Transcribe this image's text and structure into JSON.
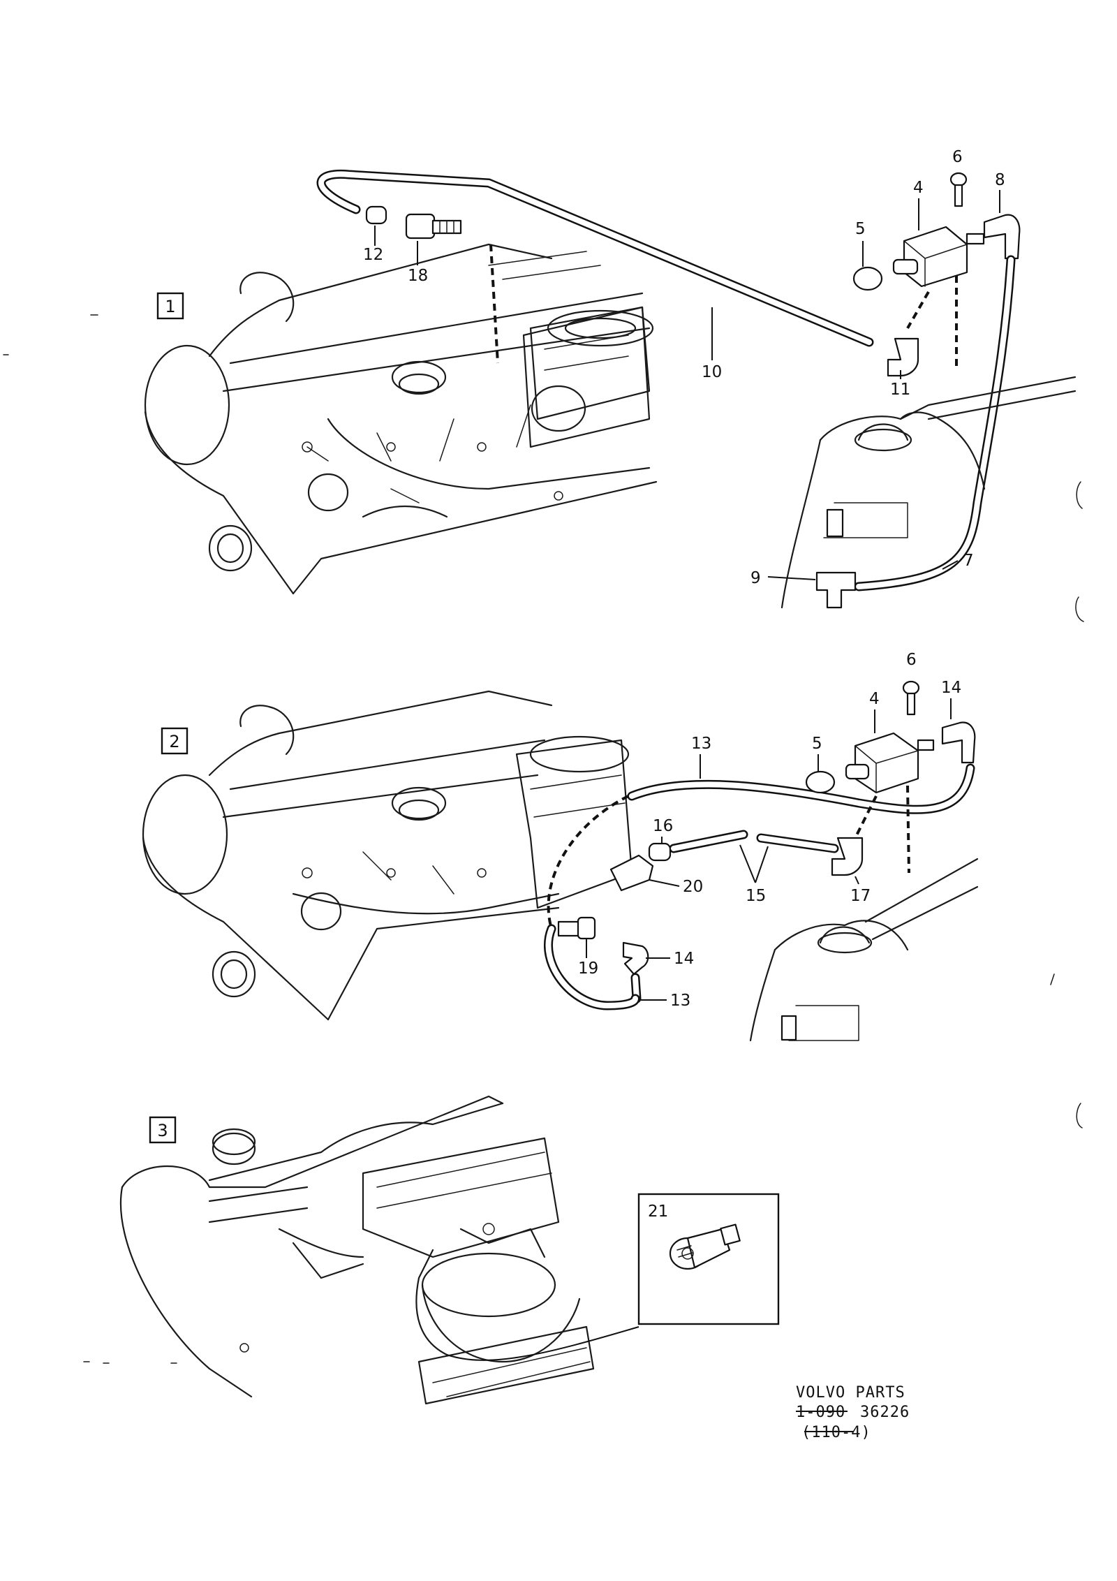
{
  "views": [
    {
      "box_label": "1"
    },
    {
      "box_label": "2"
    },
    {
      "box_label": "3"
    }
  ],
  "callouts": {
    "view1": [
      "12",
      "18",
      "10",
      "11",
      "4",
      "5",
      "6",
      "8",
      "7",
      "9"
    ],
    "view2": [
      "6",
      "4",
      "14",
      "13",
      "5",
      "16",
      "15",
      "17",
      "20",
      "19",
      "14",
      "13"
    ],
    "view3": [
      "21"
    ]
  },
  "footer": {
    "title": "VOLVO  PARTS",
    "code_old": "1-090",
    "code_new": "36226",
    "ref_old": "(110-4)"
  }
}
